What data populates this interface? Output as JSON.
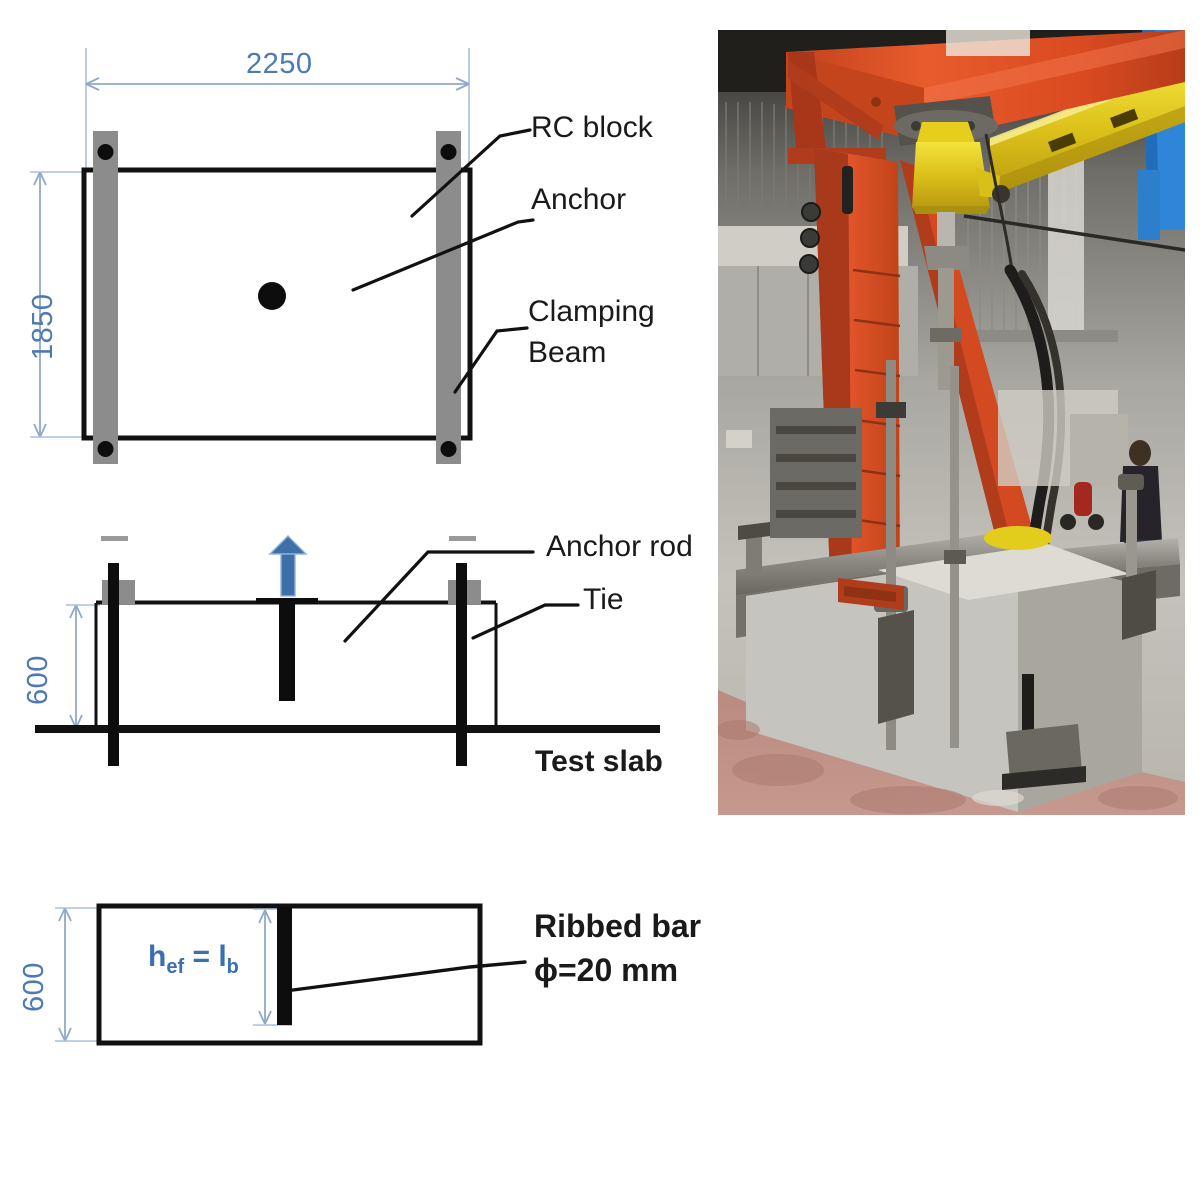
{
  "figure": {
    "title_text": "",
    "colors": {
      "dimension_blue": "#4d7ab5",
      "arrow_blue": "#3d6fa8",
      "clamping_beam_gray": "#8c8c8c",
      "ink_black": "#111111",
      "rig_orange": "#e0522a",
      "rig_yellow": "#e8d41a",
      "concrete_gray": "#c9c9c6",
      "floor_red": "#c98c84",
      "column_blue": "#2f86d8"
    }
  },
  "plan_view": {
    "name": "Plan view of test setup",
    "width_dim": "2250",
    "height_dim": "1850",
    "labels": {
      "rc_block": "RC block",
      "anchor": "Anchor",
      "clamping_beam_line1": "Clamping",
      "clamping_beam_line2": "Beam"
    }
  },
  "elevation_view": {
    "name": "Elevation section of test setup",
    "depth_dim": "600",
    "labels": {
      "anchor_rod": "Anchor rod",
      "tie": "Tie",
      "test_slab": "Test slab"
    },
    "load_arrow": "upward-tension-arrow"
  },
  "detail_view": {
    "name": "Embedment detail of ribbed bar",
    "depth_dim": "600",
    "embedment_label_html": "h<sub>ef</sub> = l<sub>b</sub>",
    "embedment_label_text": "hef = lb",
    "labels": {
      "ribbed_bar": "Ribbed bar",
      "bar_diameter": "ϕ=20 mm"
    }
  },
  "photo": {
    "name": "Laboratory photograph of pull-out test rig",
    "alt": "Orange steel loading frame with yellow hydraulic jack over a grey concrete test slab in a laboratory hall"
  }
}
